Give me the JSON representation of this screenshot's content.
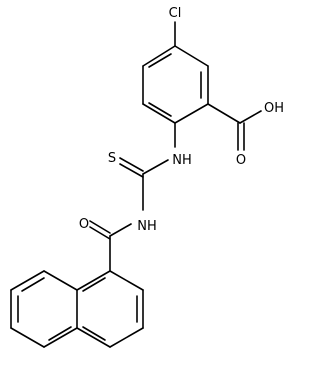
{
  "molecule": {
    "atoms": {
      "cl": "Cl",
      "oh": "OH",
      "o_acid": "O",
      "nh_aryl": "NH",
      "s": "S",
      "nh_acyl": "NH",
      "o_amide": "O"
    }
  }
}
